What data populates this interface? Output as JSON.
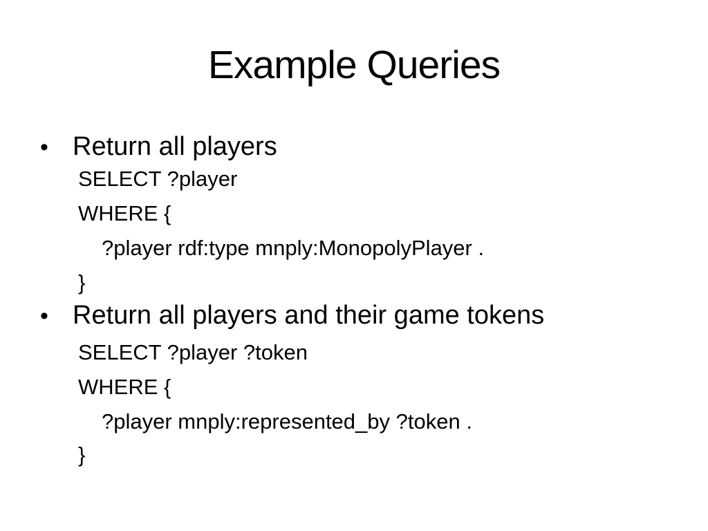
{
  "slide": {
    "title": "Example Queries",
    "bullet_glyph": "•",
    "text_color": "#000000",
    "background_color": "#ffffff",
    "bullets": [
      {
        "label": "Return all players",
        "code": [
          "SELECT ?player",
          "WHERE {",
          "?player rdf:type mnply:MonopolyPlayer .",
          "}"
        ]
      },
      {
        "label": "Return all players and their game tokens",
        "code": [
          "SELECT ?player ?token",
          "WHERE {",
          "?player mnply:represented_by ?token .",
          "}"
        ]
      }
    ]
  }
}
